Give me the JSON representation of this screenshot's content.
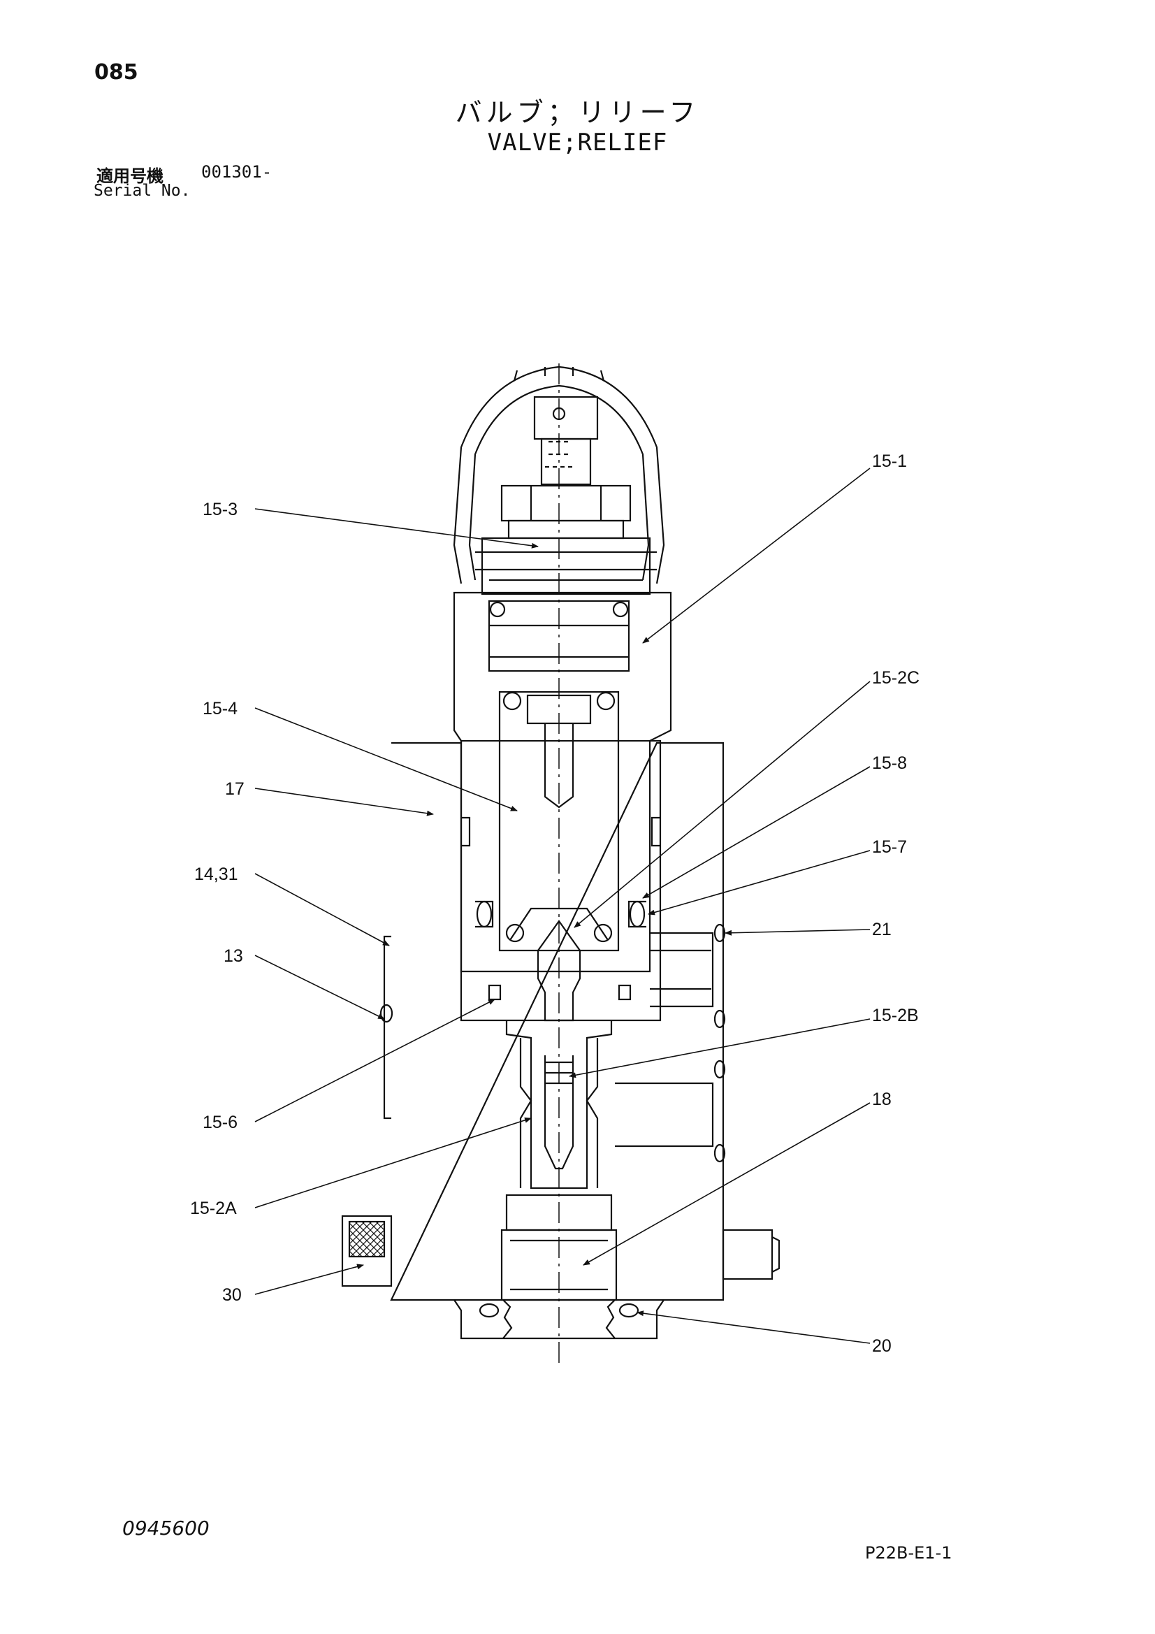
{
  "page_number": "085",
  "title_jp": "バルブ；リリーフ",
  "title_en": "VALVE;RELIEF",
  "serial_label_jp": "適用号機",
  "serial_value": "001301-",
  "serial_label_en": "Serial No.",
  "document_number": "0945600",
  "page_code": "P22B-E1-1",
  "callouts": {
    "c15_1": "15-1",
    "c15_3": "15-3",
    "c15_4": "15-4",
    "c17": "17",
    "c14_31": "14,31",
    "c13": "13",
    "c15_2c": "15-2C",
    "c15_8": "15-8",
    "c15_7": "15-7",
    "c21": "21",
    "c15_2b": "15-2B",
    "c15_6": "15-6",
    "c18": "18",
    "c15_2a": "15-2A",
    "c30": "30",
    "c20": "20"
  }
}
